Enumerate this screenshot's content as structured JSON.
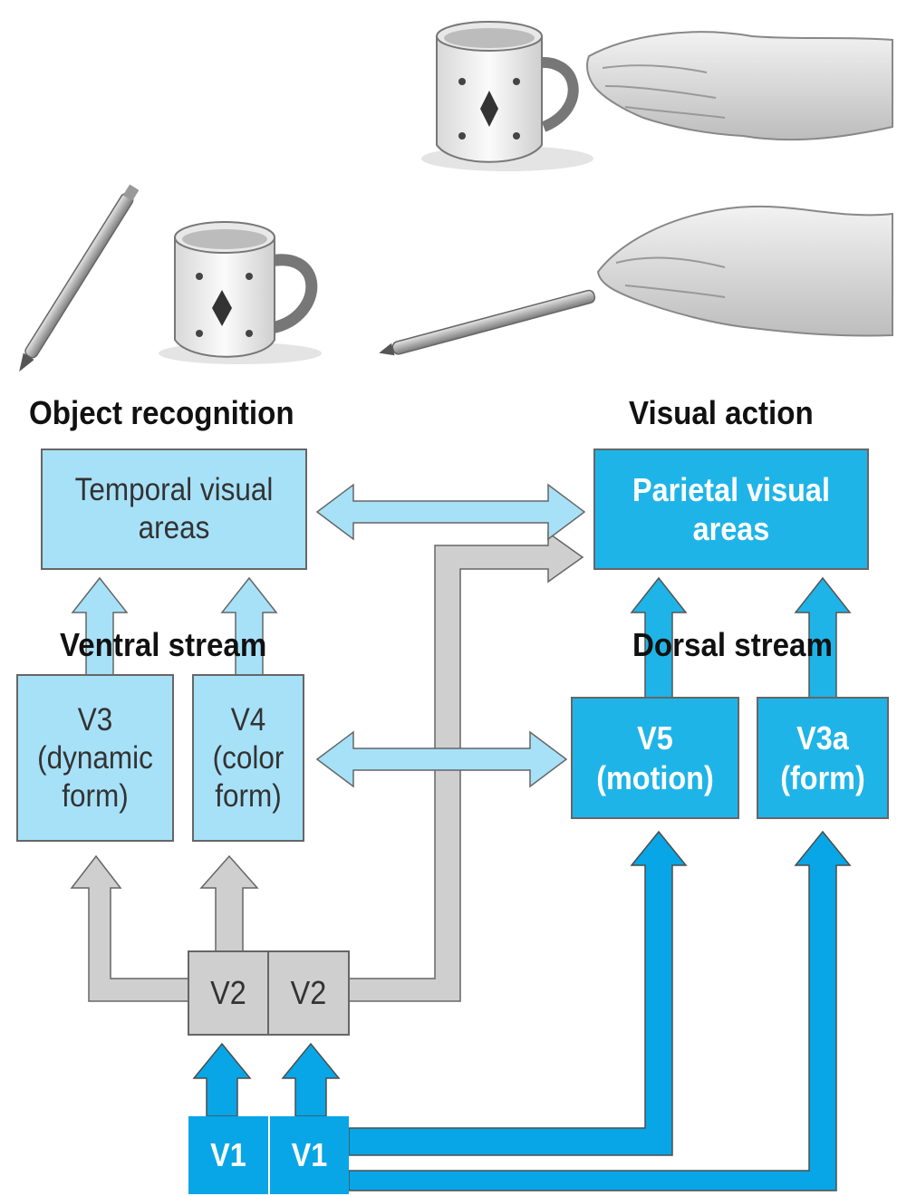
{
  "colors": {
    "light_blue": "#a7e1f8",
    "bright_blue": "#1fb4e8",
    "arrow_blue": "#08a6e6",
    "grey": "#cfcfcf",
    "outline": "#666666"
  },
  "illustrations": {
    "top_right": "hand-reaching-for-mug",
    "left": "pencil-and-mug",
    "right": "hand-grasping-pencil"
  },
  "headings": {
    "object_recognition": "Object recognition",
    "visual_action": "Visual action",
    "ventral_stream": "Ventral stream",
    "dorsal_stream": "Dorsal stream"
  },
  "boxes": {
    "temporal": "Temporal visual\nareas",
    "parietal": "Parietal visual\nareas",
    "v3": "V3\n(dynamic\nform)",
    "v4": "V4\n(color\nform)",
    "v5": "V5\n(motion)",
    "v3a": "V3a\n(form)",
    "v2_left": "V2",
    "v2_right": "V2",
    "v1_left": "V1",
    "v1_right": "V1"
  }
}
